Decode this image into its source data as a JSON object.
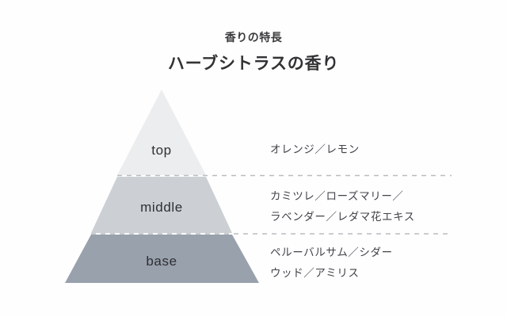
{
  "header": {
    "subtitle": "香りの特長",
    "title": "ハーブシトラスの香り"
  },
  "chart_data": {
    "type": "pyramid",
    "title": "ハーブシトラスの香り",
    "subtitle": "香りの特長",
    "orientation": "vertical-apex-up",
    "tier_count": 3,
    "legend_position": "right",
    "grid": false,
    "divider_style": "dashed",
    "tiers": [
      {
        "id": "top",
        "label": "top",
        "notes": "オレンジ／レモン",
        "color": "#ebedee",
        "order": 1
      },
      {
        "id": "middle",
        "label": "middle",
        "notes": "カミツレ／ローズマリー／\nラベンダー／レダマ花エキス",
        "color": "#ccd0d4",
        "order": 2
      },
      {
        "id": "base",
        "label": "base",
        "notes": "ペルーバルサム／シダー\nウッド／アミリス",
        "color": "#98a1ac",
        "order": 3
      }
    ]
  },
  "colors": {
    "background": "#fffefe",
    "tier_top": "#ebedee",
    "tier_middle": "#ccd0d4",
    "tier_base": "#98a1ac",
    "divider": "#b9bcc0",
    "title_text": "#333335",
    "body_text": "#42424a"
  }
}
